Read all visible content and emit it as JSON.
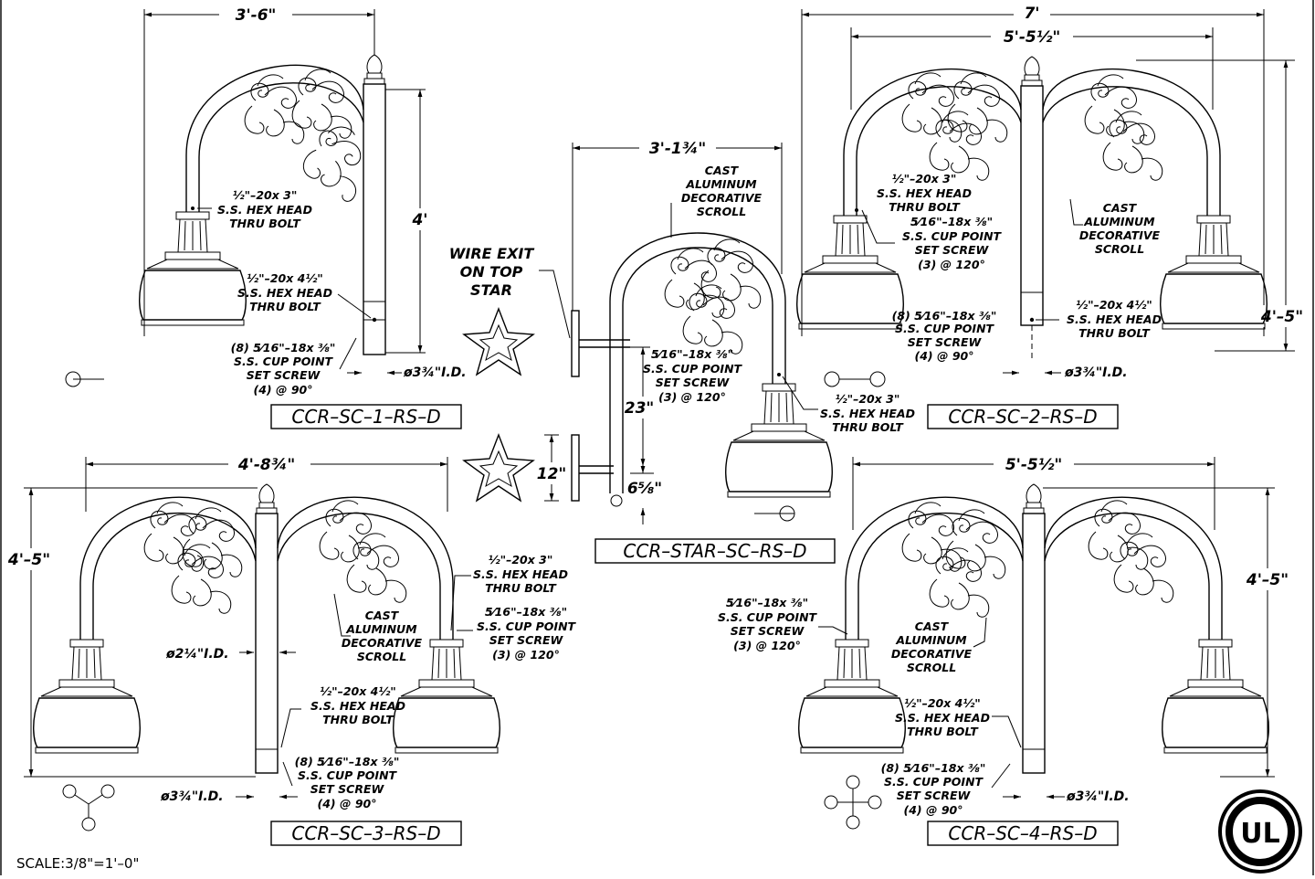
{
  "colors": {
    "ink": "#000000",
    "paper": "#ffffff"
  },
  "fixture1": {
    "width": "3'-6\"",
    "height": "4'",
    "bolt_top": [
      "½\"–20x 3\"",
      "S.S. HEX HEAD",
      "THRU BOLT"
    ],
    "bolt_mid": [
      "½\"–20x 4½\"",
      "S.S. HEX HEAD",
      "THRU BOLT"
    ],
    "set_screw": [
      "(8) 5⁄16\"–18x ⅜\"",
      "S.S. CUP POINT",
      "SET SCREW",
      "(4) @ 90°"
    ],
    "id": "ø3¾\"I.D.",
    "tag": "CCR–SC–1–RS–D"
  },
  "fixture2": {
    "width_outer": "7'",
    "width_inner": "5'-5½\"",
    "height": "4'–5\"",
    "bolt_top": [
      "½\"–20x 3\"",
      "S.S. HEX HEAD",
      "THRU BOLT"
    ],
    "cup_top": [
      "5⁄16\"–18x ⅜\"",
      "S.S. CUP POINT",
      "SET SCREW",
      "(3) @ 120°"
    ],
    "scroll": [
      "CAST",
      "ALUMINUM",
      "DECORATIVE",
      "SCROLL"
    ],
    "set_screw": [
      "(8) 5⁄16\"–18x ⅜\"",
      "S.S. CUP POINT",
      "SET SCREW",
      "(4) @ 90°"
    ],
    "bolt_mid": [
      "½\"–20x 4½\"",
      "S.S. HEX HEAD",
      "THRU BOLT"
    ],
    "id": "ø3¾\"I.D.",
    "tag": "CCR–SC–2–RS–D"
  },
  "star": {
    "width": "3'-1¾\"",
    "scroll": [
      "CAST",
      "ALUMINUM",
      "DECORATIVE",
      "SCROLL"
    ],
    "wire": [
      "WIRE EXIT",
      "ON TOP",
      "STAR"
    ],
    "cup": [
      "5⁄16\"–18x ⅜\"",
      "S.S. CUP POINT",
      "SET SCREW",
      "(3) @ 120°"
    ],
    "bolt": [
      "½\"–20x 3\"",
      "S.S. HEX HEAD",
      "THRU BOLT"
    ],
    "dim_23": "23\"",
    "dim_12": "12\"",
    "dim_6": "6⅝\"",
    "tag": "CCR–STAR–SC–RS–D"
  },
  "fixture3": {
    "width": "4'-8¾\"",
    "height": "4'–5\"",
    "id_small": "ø2¼\"I.D.",
    "bolt_top": [
      "½\"–20x 3\"",
      "S.S. HEX HEAD",
      "THRU BOLT"
    ],
    "scroll": [
      "CAST",
      "ALUMINUM",
      "DECORATIVE",
      "SCROLL"
    ],
    "cup_top": [
      "5⁄16\"–18x ⅜\"",
      "S.S. CUP POINT",
      "SET SCREW",
      "(3) @ 120°"
    ],
    "bolt_mid": [
      "½\"–20x 4½\"",
      "S.S. HEX HEAD",
      "THRU BOLT"
    ],
    "set_screw": [
      "(8) 5⁄16\"–18x ⅜\"",
      "S.S. CUP POINT",
      "SET SCREW",
      "(4) @ 90°"
    ],
    "id": "ø3¾\"I.D.",
    "tag": "CCR–SC–3–RS–D"
  },
  "fixture4": {
    "width": "5'-5½\"",
    "height": "4'–5\"",
    "cup_top": [
      "5⁄16\"–18x ⅜\"",
      "S.S. CUP POINT",
      "SET SCREW",
      "(3) @ 120°"
    ],
    "scroll": [
      "CAST",
      "ALUMINUM",
      "DECORATIVE",
      "SCROLL"
    ],
    "bolt_mid": [
      "½\"–20x 4½\"",
      "S.S. HEX HEAD",
      "THRU BOLT"
    ],
    "set_screw": [
      "(8) 5⁄16\"–18x ⅜\"",
      "S.S. CUP POINT",
      "SET SCREW",
      "(4) @ 90°"
    ],
    "id": "ø3¾\"I.D.",
    "tag": "CCR–SC–4–RS–D"
  },
  "scale": "SCALE:3/8\"=1'–0\"",
  "logo": "UL"
}
